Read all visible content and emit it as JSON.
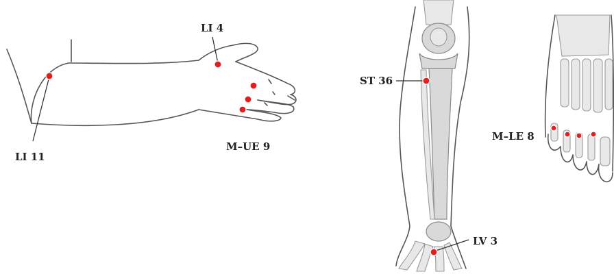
{
  "colors": {
    "point": "#e02020",
    "outline": "#555555",
    "bone": "#d9d9d9"
  },
  "labels": {
    "li4": "LI 4",
    "li11": "LI 11",
    "mue9": "M–UE 9",
    "st36": "ST 36",
    "mle8": "M–LE 8",
    "lv3": "LV 3"
  },
  "icons": [
    "arm-drawing",
    "leg-skeleton-drawing",
    "foot-skeleton-drawing"
  ]
}
